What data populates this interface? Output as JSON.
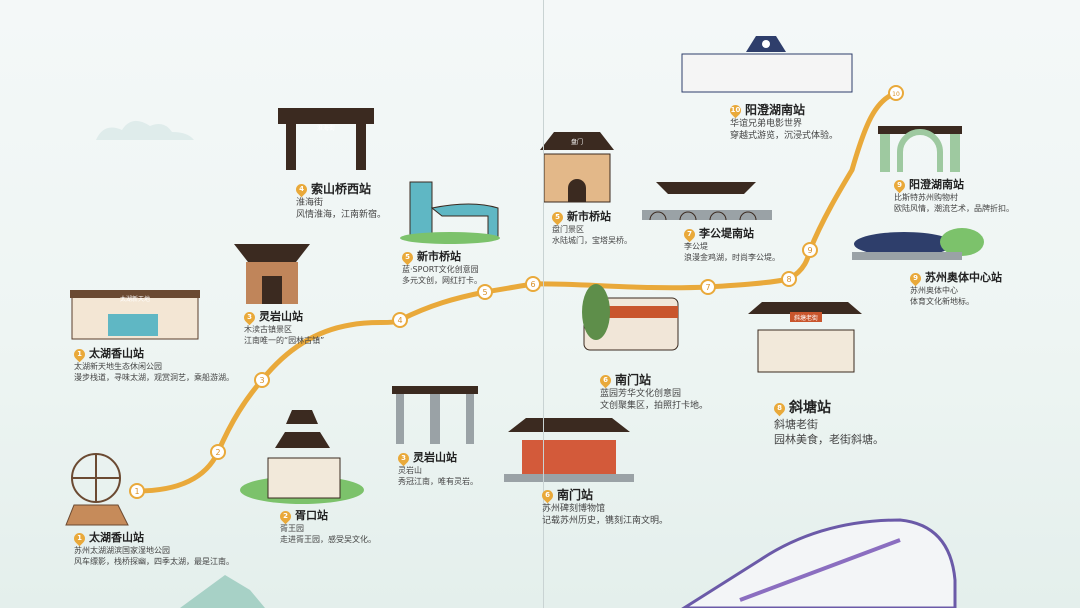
{
  "colors": {
    "route": "#e9a93a",
    "node_fill": "#ffffff",
    "node_text": "#d8912a"
  },
  "route_nodes": [
    "1",
    "2",
    "3",
    "4",
    "5",
    "6",
    "7",
    "8",
    "9",
    "10"
  ],
  "stations": [
    {
      "num": "1",
      "name": "太湖香山站",
      "desc": [
        "太湖新天地生态休闲公园",
        "漫步栈道，寻味太湖，观赏洞艺，乘船游湖。"
      ]
    },
    {
      "num": "1",
      "name": "太湖香山站",
      "desc": [
        "苏州太湖湖滨国家湿地公园",
        "风车缥影，栈桥探幽，四季太湖，最是江南。"
      ]
    },
    {
      "num": "2",
      "name": "胥口站",
      "desc": [
        "胥王园",
        "走进胥王园，感受吴文化。"
      ]
    },
    {
      "num": "3",
      "name": "灵岩山站",
      "desc": [
        "木渎古镇景区",
        "江南唯一的“园林古镇”"
      ]
    },
    {
      "num": "3",
      "name": "灵岩山站",
      "desc": [
        "灵岩山",
        "秀冠江南，唯有灵岩。"
      ]
    },
    {
      "num": "4",
      "name": "索山桥西站",
      "desc": [
        "淮海街",
        "风情淮海，江南新宿。"
      ]
    },
    {
      "num": "5",
      "name": "新市桥站",
      "desc": [
        "蓝·SPORT文化创意园",
        "多元文创，网红打卡。"
      ]
    },
    {
      "num": "5",
      "name": "新市桥站",
      "desc": [
        "盘门景区",
        "水陆城门，宝塔吴桥。"
      ]
    },
    {
      "num": "6",
      "name": "南门站",
      "desc": [
        "蓝园芳华文化创意园",
        "文创聚集区，拍照打卡地。"
      ]
    },
    {
      "num": "6",
      "name": "南门站",
      "desc": [
        "苏州碑刻博物馆",
        "记载苏州历史，镌刻江南文明。"
      ]
    },
    {
      "num": "7",
      "name": "李公堤南站",
      "desc": [
        "李公堤",
        "浪漫金鸡湖，时尚李公堤。"
      ]
    },
    {
      "num": "8",
      "name": "斜塘站",
      "desc": [
        "斜塘老街",
        "园林美食，老街斜塘。"
      ]
    },
    {
      "num": "9",
      "name": "苏州奥体中心站",
      "desc": [
        "苏州奥体中心",
        "体育文化新地标。"
      ]
    },
    {
      "num": "9",
      "name": "阳澄湖南站",
      "desc": [
        "比斯特苏州购物村",
        "欧陆风情，潮流艺术，品牌折扣。"
      ]
    },
    {
      "num": "10",
      "name": "阳澄湖南站",
      "desc": [
        "华谊兄弟电影世界",
        "穿越式游览，沉浸式体验。"
      ]
    }
  ],
  "signs": {
    "xintiandi": "太湖新天地",
    "suoshan": "淮海街",
    "panmen": "盘门",
    "xietang": "斜塘老街"
  }
}
